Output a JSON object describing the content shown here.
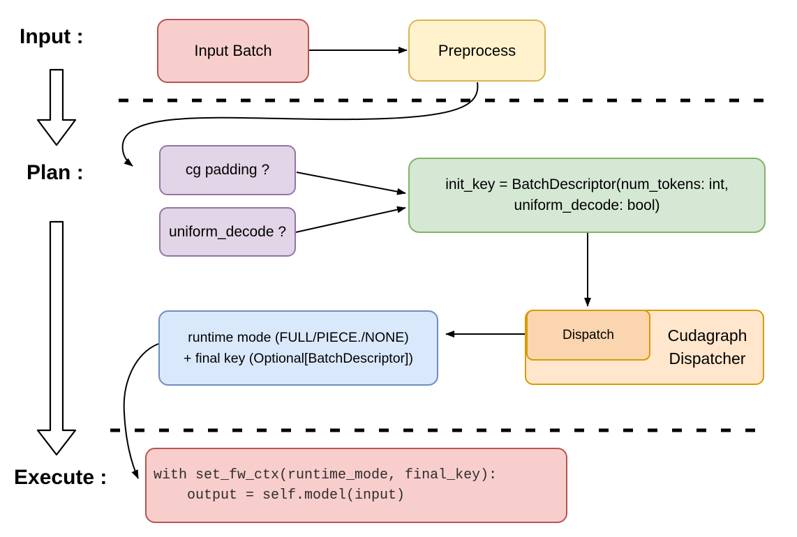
{
  "sections": {
    "input_label": "Input :",
    "plan_label": "Plan :",
    "execute_label": "Execute :"
  },
  "nodes": {
    "input_batch": {
      "label": "Input Batch",
      "fill": "#f8cecc",
      "border": "#b85450"
    },
    "preprocess": {
      "label": "Preprocess",
      "fill": "#fff2cc",
      "border": "#d6b656"
    },
    "cg_padding": {
      "label": "cg padding ?",
      "fill": "#e1d5e7",
      "border": "#9673a6"
    },
    "uniform_decode": {
      "label": "uniform_decode ?",
      "fill": "#e1d5e7",
      "border": "#9673a6"
    },
    "init_key": {
      "line1": "init_key = BatchDescriptor(num_tokens: int,",
      "line2": "uniform_decode: bool)",
      "fill": "#d5e8d4",
      "border": "#82b366"
    },
    "cudagraph_dispatcher": {
      "line1": "Cudagraph",
      "line2": "Dispatcher",
      "fill": "#ffe6cc",
      "border": "#d79b00"
    },
    "dispatch": {
      "label": "Dispatch",
      "fill": "#fad5b0",
      "border": "#d79b00"
    },
    "runtime_mode": {
      "line1": "runtime mode (FULL/PIECE./NONE)",
      "line2": "+ final key (Optional[BatchDescriptor])",
      "fill": "#dae8fc",
      "border": "#6c8ebf"
    },
    "execute_code": {
      "line1": "with set_fw_ctx(runtime_mode, final_key):",
      "line2": "    output = self.model(input)",
      "fill": "#f8cecc",
      "border": "#b85450"
    }
  },
  "colors": {
    "connector": "#000000",
    "separator": "#000000",
    "background": "#ffffff"
  }
}
